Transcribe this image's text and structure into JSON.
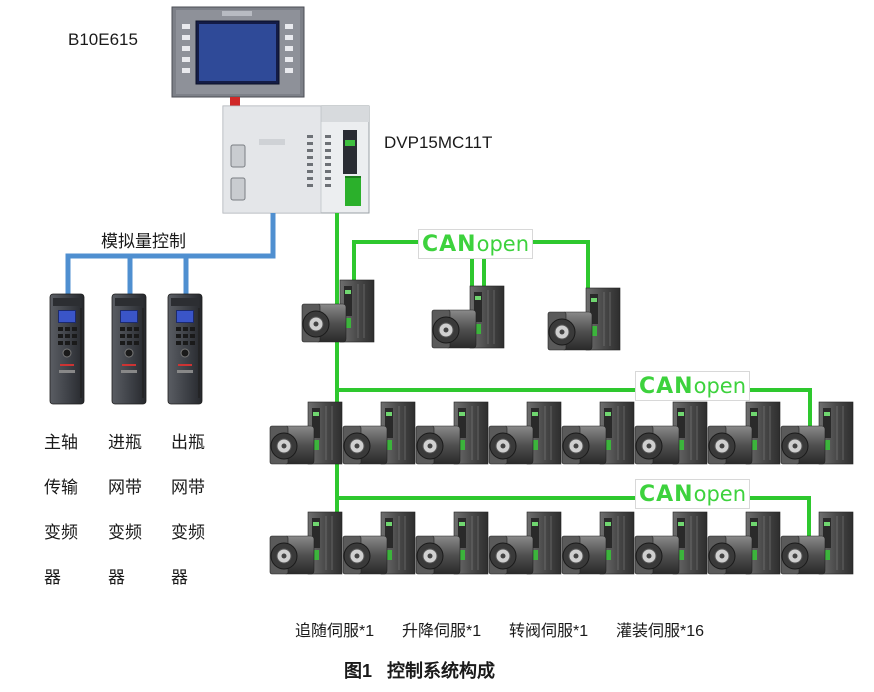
{
  "hmi": {
    "model": "B10E615"
  },
  "plc": {
    "model": "DVP15MC11T"
  },
  "analog": {
    "label": "模拟量控制"
  },
  "canopen": {
    "text_can": "CAN",
    "text_open": "open"
  },
  "vfds": [
    {
      "lines": [
        "主轴",
        "传输",
        "变频",
        "器"
      ]
    },
    {
      "lines": [
        "进瓶",
        "网带",
        "变频",
        "器"
      ]
    },
    {
      "lines": [
        "出瓶",
        "网带",
        "变频",
        "器"
      ]
    }
  ],
  "servo_labels": [
    "追随伺服*1",
    "升降伺服*1",
    "转阀伺服*1",
    "灌装伺服*16"
  ],
  "caption": "图1   控制系统构成",
  "colors": {
    "analog_line": "#4f8fd0",
    "can_line": "#2ec82e",
    "can_text": "#3dd23d"
  }
}
